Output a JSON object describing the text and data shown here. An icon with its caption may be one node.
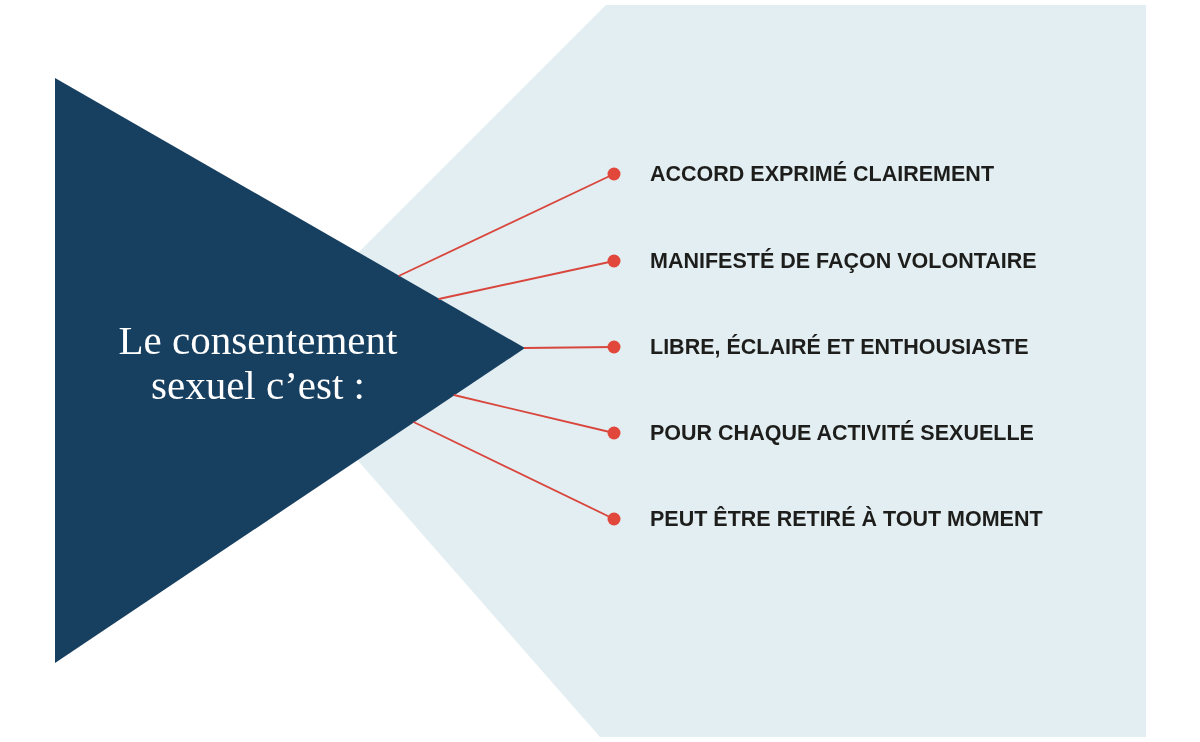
{
  "diagram": {
    "nodes": [
      {
        "text": [
          "Le consentement sexuel c’est :"
        ]
      },
      {
        "text": [
          "ACCORD EXPRIMÉ CLAIREMENT"
        ]
      },
      {
        "text": [
          "MANIFESTÉ DE FAÇON VOLONTAIRE"
        ]
      },
      {
        "text": [
          "LIBRE, ÉCLAIRÉ ET ENTHOUSIASTE"
        ]
      },
      {
        "text": [
          "POUR CHAQUE ACTIVITÉ SEXUELLE"
        ]
      },
      {
        "text": [
          "PEUT ÊTRE RETIRÉ À TOUT MOMENT"
        ]
      }
    ],
    "edges": [
      {
        "from": 0,
        "to": 1,
        "arrow": "other"
      },
      {
        "from": 0,
        "to": 2,
        "arrow": "other"
      },
      {
        "from": 0,
        "to": 3,
        "arrow": "other"
      },
      {
        "from": 0,
        "to": 4,
        "arrow": "other"
      },
      {
        "from": 0,
        "to": 5,
        "arrow": "other"
      }
    ]
  }
}
